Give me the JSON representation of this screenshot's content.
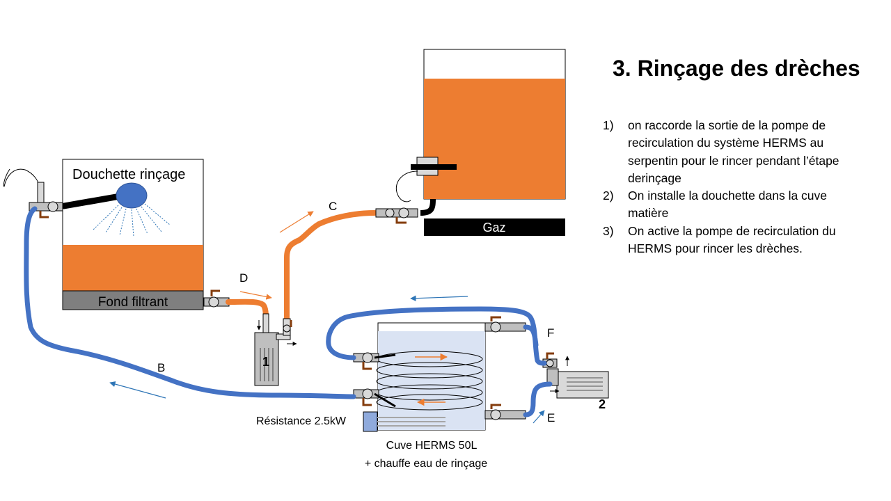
{
  "title": "3. Rinçage des drèches",
  "steps": [
    {
      "num": "1)",
      "text": "on raccorde la sortie de la pompe de recirculation du système HERMS au serpentin pour le rincer pendant l’étape derinçage"
    },
    {
      "num": "2)",
      "text": "On installe la douchette dans la cuve matière"
    },
    {
      "num": "3)",
      "text": "On active la pompe de recirculation du HERMS pour rincer les drèches."
    }
  ],
  "diagram": {
    "douchette_label": "Douchette rinçage",
    "fond_filtrant_label": "Fond filtrant",
    "gaz_label": "Gaz",
    "pump1_label": "1",
    "pump2_label": "2",
    "resistance_label": "Résistance 2.5kW",
    "cuve_label_line1": "Cuve HERMS 50L",
    "cuve_label_line2": "+ chauffe eau de rinçage",
    "hose_labels": {
      "B": "B",
      "C": "C",
      "D": "D",
      "E": "E",
      "F": "F"
    }
  },
  "colors": {
    "wort_orange": "#ED7D31",
    "hose_blue": "#4472C4",
    "arrow_blue": "#2E75B6",
    "filter_gray": "#7F7F7F",
    "herms_water": "#DAE3F3",
    "shower_blue": "#4472C4"
  }
}
